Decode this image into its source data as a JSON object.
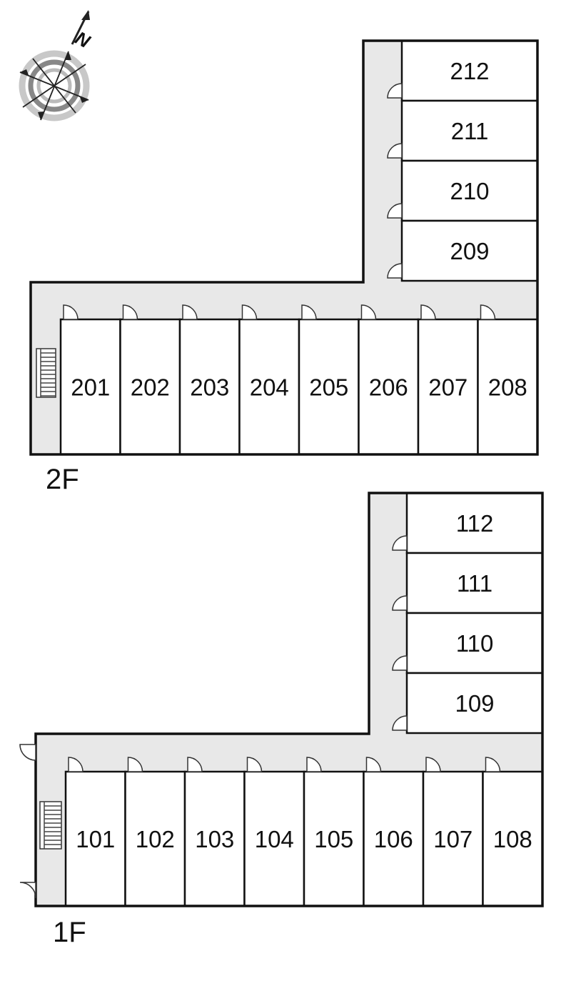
{
  "compass": {
    "north_label": "N",
    "icon": "compass-rose-icon"
  },
  "colors": {
    "corridor": "#e8e8e8",
    "wall": "#111111",
    "room": "#ffffff"
  },
  "floors": [
    {
      "label": "2F",
      "front_rooms": [
        "201",
        "202",
        "203",
        "204",
        "205",
        "206",
        "207",
        "208"
      ],
      "wing_rooms": [
        "212",
        "211",
        "210",
        "209"
      ]
    },
    {
      "label": "1F",
      "front_rooms": [
        "101",
        "102",
        "103",
        "104",
        "105",
        "106",
        "107",
        "108"
      ],
      "wing_rooms": [
        "112",
        "111",
        "110",
        "109"
      ]
    }
  ]
}
